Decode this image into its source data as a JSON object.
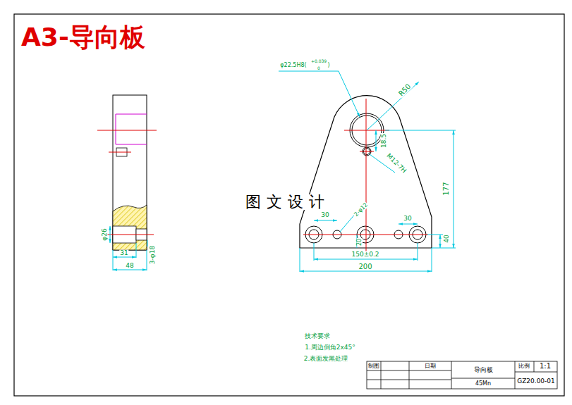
{
  "diagram": {
    "title": "A3-导向板",
    "labels": [
      "φ22.5H8(",
      "+0.039",
      "0",
      ")",
      "R50",
      "18.5",
      "M12-7H",
      "177",
      "图文设计",
      "2-φ12",
      "30",
      "30",
      "20",
      "40",
      "150±0.2",
      "200",
      "φ26",
      "31",
      "48",
      "3-φ18",
      "技术要求",
      "1.周边倒角2x45°",
      "2.表面发黑处理",
      "制图",
      "日期",
      "导向板",
      "45Mn",
      "比例",
      "1:1",
      "GZ20.00-01"
    ]
  }
}
